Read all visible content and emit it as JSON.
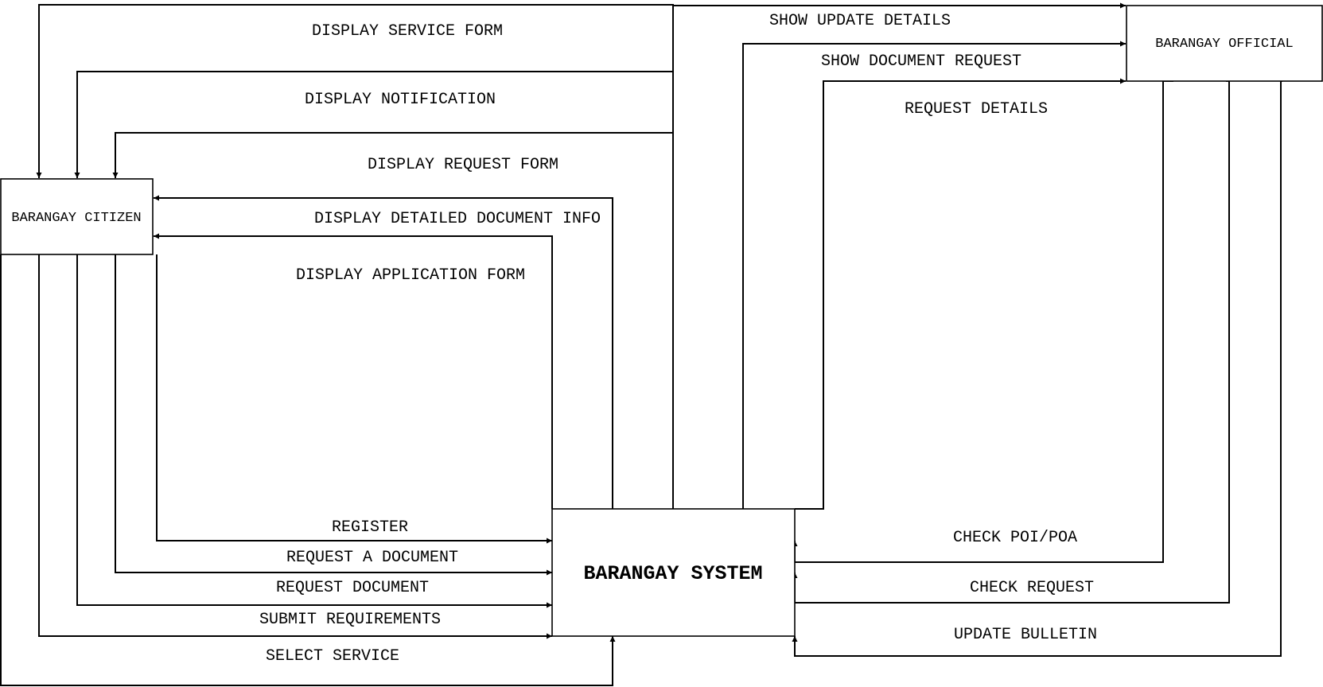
{
  "entities": {
    "citizen": "BARANGAY CITIZEN",
    "official": "BARANGAY OFFICIAL",
    "system": "BARANGAY SYSTEM"
  },
  "flows": {
    "display_service_form": "DISPLAY SERVICE FORM",
    "display_notification": "DISPLAY NOTIFICATION",
    "display_request_form": "DISPLAY REQUEST FORM",
    "display_detailed_document_info": "DISPLAY DETAILED DOCUMENT INFO",
    "display_application_form": "DISPLAY APPLICATION FORM",
    "register": "REGISTER",
    "request_a_document": "REQUEST A DOCUMENT",
    "request_document": "REQUEST DOCUMENT",
    "submit_requirements": "SUBMIT REQUIREMENTS",
    "select_service": "SELECT SERVICE",
    "show_update_details": "SHOW UPDATE DETAILS",
    "show_document_request": "SHOW DOCUMENT REQUEST",
    "request_details": "REQUEST DETAILS",
    "check_poi_poa": "CHECK POI/POA",
    "check_request": "CHECK REQUEST",
    "update_bulletin": "UPDATE BULLETIN"
  },
  "colors": {
    "line": "#000000",
    "background": "#ffffff"
  }
}
